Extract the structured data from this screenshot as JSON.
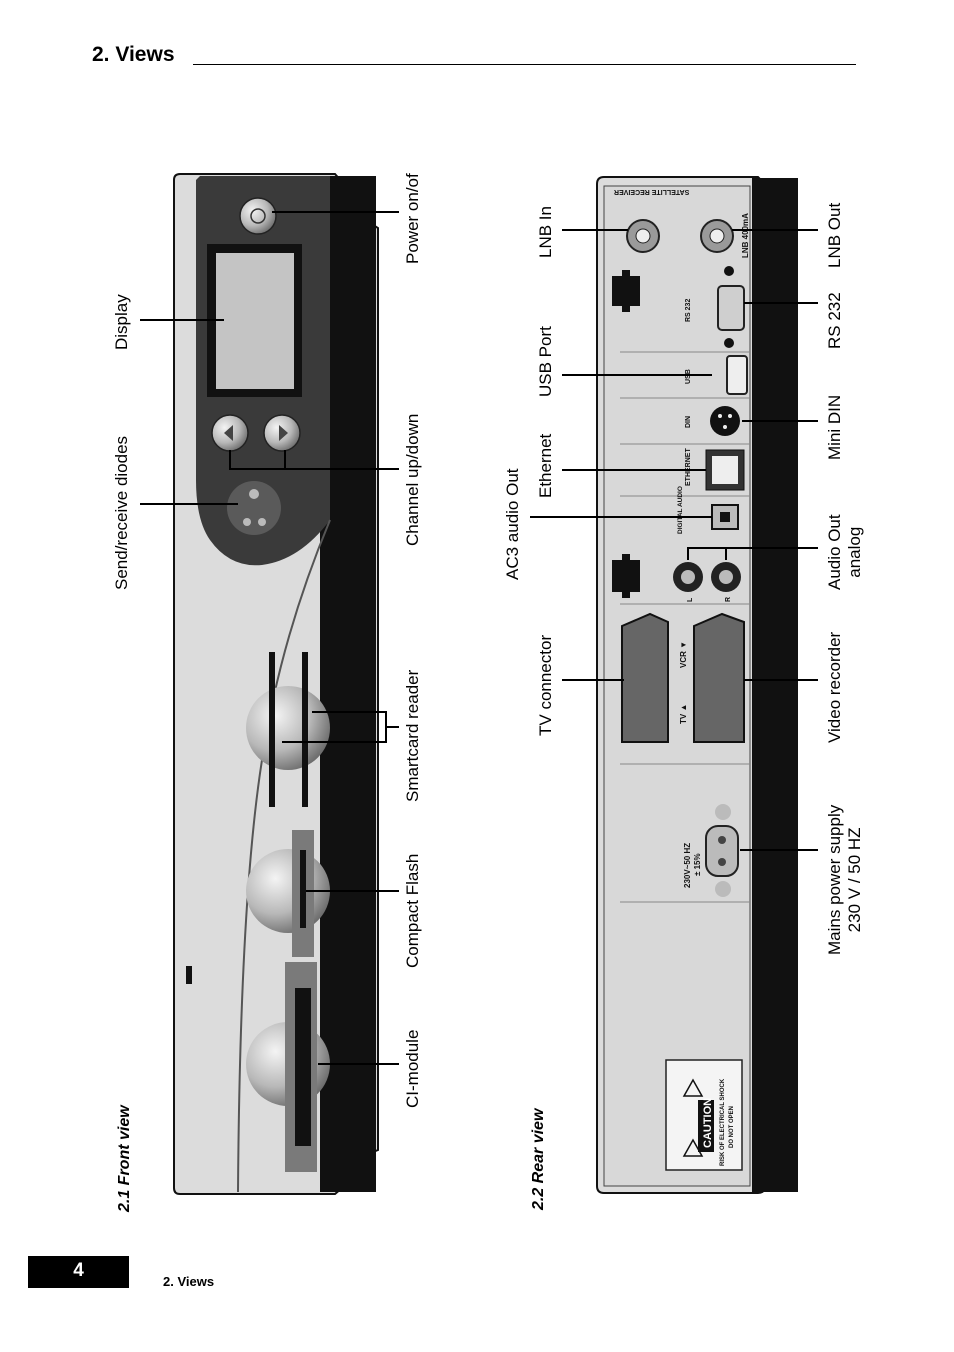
{
  "header": {
    "title": "2. Views"
  },
  "front_view": {
    "caption": "2.1 Front view",
    "labels": {
      "display": "Display",
      "send_receive": "Send/receive diodes",
      "power": "Power on/of",
      "channel": "Channel up/down",
      "smartcard": "Smartcard reader",
      "compact_flash": "Compact Flash",
      "ci_module": "CI-module"
    }
  },
  "rear_view": {
    "caption": "2.2 Rear view",
    "labels": {
      "lnb_in": "LNB In",
      "usb_port": "USB Port",
      "ethernet": "Ethernet",
      "ac3": "AC3 audio Out",
      "tv_connector": "TV connector",
      "lnb_out": "LNB Out",
      "rs232": "RS 232",
      "mini_din": "Mini DIN",
      "audio_out": [
        "Audio Out",
        "analog"
      ],
      "video_recorder": "Video recorder",
      "mains": [
        "Mains power supply",
        "230 V / 50 HZ"
      ]
    },
    "device_text": {
      "satellite_receiver": "SATELLITE RECEIVER",
      "lnb_400ma": "LNB 400mA",
      "rs232": "RS 232",
      "usb": "USB",
      "din": "DIN",
      "ethernet": "ETHERNET",
      "digital_audio": "DIGITAL AUDIO",
      "left": "L",
      "right": "R",
      "vcr": "VCR ▼",
      "tv": "TV ▲",
      "power_rating": [
        "230V~50 HZ",
        "± 15%"
      ],
      "caution": [
        "CAUTION",
        "RISK OF ELECTRICAL SHOCK",
        "DO NOT OPEN"
      ]
    }
  },
  "footer": {
    "page_number": "4",
    "section": "2. Views"
  }
}
